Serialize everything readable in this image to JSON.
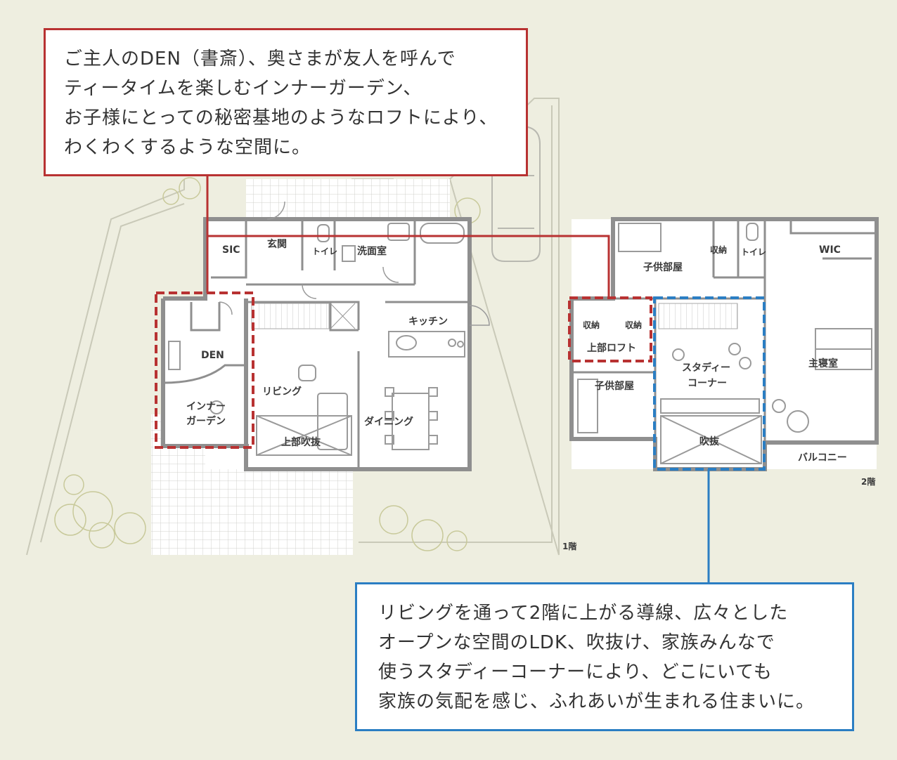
{
  "callouts": {
    "den_garden_loft": {
      "color": "#b83232",
      "lines": [
        "ご主人のDEN（書斎）、奥さまが友人を呼んで",
        "ティータイムを楽しむインナーガーデン、",
        "お子様にとっての秘密基地のようなロフトにより、",
        "わくわくするような空間に。"
      ]
    },
    "living_study": {
      "color": "#2b7ec3",
      "lines": [
        "リビングを通って2階に上がる導線、広々とした",
        "オープンな空間のLDK、吹抜け、家族みんなで",
        "使うスタディーコーナーにより、どこにいても",
        "家族の気配を感じ、ふれあいが生まれる住まいに。"
      ]
    }
  },
  "floor1": {
    "label": "1階",
    "rooms": {
      "sic": "SIC",
      "entrance": "玄関",
      "toilet": "トイレ",
      "washroom": "洗面室",
      "kitchen": "キッチン",
      "den": "DEN",
      "inner_garden_1": "インナー",
      "inner_garden_2": "ガーデン",
      "living": "リビング",
      "dining": "ダイニング",
      "upper_void": "上部吹抜"
    }
  },
  "floor2": {
    "label": "2階",
    "rooms": {
      "kids_room_top": "子供部屋",
      "storage": "収納",
      "toilet": "トイレ",
      "wic": "WIC",
      "loft_storage_1": "収納",
      "loft_storage_2": "収納",
      "upper_loft": "上部ロフト",
      "kids_room_bottom": "子供部屋",
      "study_corner_1": "スタディー",
      "study_corner_2": "コーナー",
      "master_bedroom": "主寝室",
      "void": "吹抜",
      "balcony": "バルコニー"
    }
  },
  "colors": {
    "background": "#eeeee0",
    "wall": "#8f8f8f",
    "red": "#b83232",
    "blue": "#2b7ec3"
  }
}
